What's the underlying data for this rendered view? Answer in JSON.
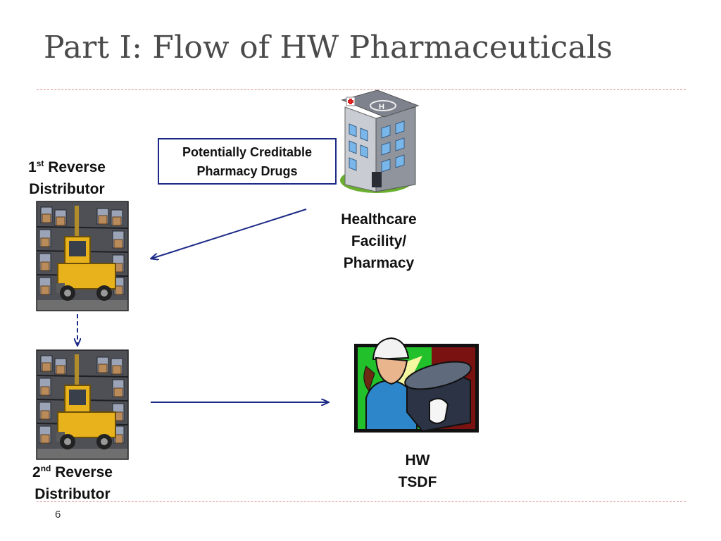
{
  "slide": {
    "title": "Part I: Flow of HW Pharmaceuticals",
    "page_number": "6"
  },
  "callout": {
    "line1": "Potentially Creditable",
    "line2": "Pharmacy Drugs"
  },
  "nodes": {
    "first_distributor": {
      "ordinal_num": "1",
      "ordinal_suffix": "st",
      "word": "Reverse",
      "line2": "Distributor"
    },
    "second_distributor": {
      "ordinal_num": "2",
      "ordinal_suffix": "nd",
      "word": "Reverse",
      "line2": "Distributor"
    },
    "facility": {
      "line1": "Healthcare",
      "line2": "Facility/",
      "line3": "Pharmacy"
    },
    "tsdf": {
      "line1": "HW",
      "line2": "TSDF"
    }
  },
  "icons": {
    "hospital": "hospital-building-icon",
    "warehouse": "forklift-warehouse-icon",
    "worker": "hazardous-waste-worker-icon"
  },
  "colors": {
    "arrow": "#1c2a86",
    "callout_border": "#1c2a86",
    "rule": "#d98c8c",
    "title": "#4a4a4a"
  }
}
